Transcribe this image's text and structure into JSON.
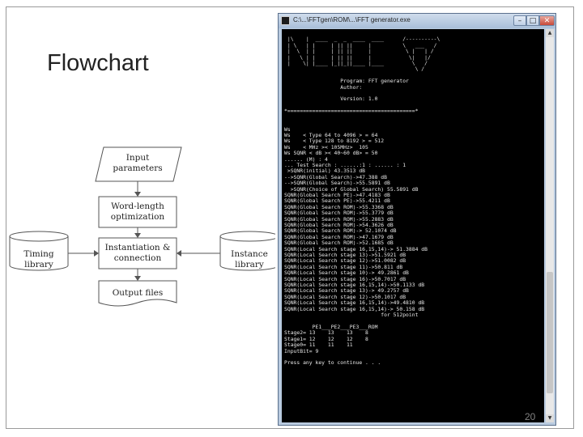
{
  "slide": {
    "title": "Flowchart",
    "page_number": "20"
  },
  "flowchart": {
    "input": [
      "Input",
      "parameters"
    ],
    "optimization": [
      "Word-length",
      "optimization"
    ],
    "instantiation": [
      "Instantiation &",
      "connection"
    ],
    "output": "Output files",
    "timing_library": [
      "Timing",
      "library"
    ],
    "instance_library": [
      "Instance",
      "library"
    ]
  },
  "window": {
    "title": "C:\\...\\FFTgen\\ROM\\...\\FFT generator.exe",
    "min_label": "–",
    "max_label": "□",
    "close_label": "✕"
  },
  "console": {
    "lines": [
      "",
      " |\\    |  ____  _  _  ____  ____      /----------\\",
      " | \\   | |     | || ||     |          \\   ___   /",
      " |  \\  | |     | || ||     |           \\ |   | /",
      " |   \\ | |     | || ||     |            \\|   |/",
      " |    \\| |____ |_||_||____ |____         \\   /",
      "                                          \\ /",
      "",
      "                  Program: FFT generator",
      "                  Author:",
      "",
      "                  Version: 1.0",
      "",
      "*=========================================*",
      "",
      "",
      "Ws",
      "Ws    < Type 64 to 4096 > = 64",
      "Ws    < Type 128 to 8192 > = 512",
      "Ws    < MHz >< 105MHz>  105",
      "Ws SQNR < dB >< 40~60 dB> = 50",
      "...... (M) : 4",
      "... Test Search : ......:1 : ...... : 1",
      " >SQNR(initial) 43.3513 dB",
      "-->SQNR(Global Search)->47.388 dB",
      "-->SQNR(Global Search)->55.5891 dB",
      "  >SQNR(Choice of Global Search) 55.5891 dB",
      "SQNR(Global Search PE)->47.4183 dB",
      "SQNR(Global Search PE)->55.4211 dB",
      "SQNR(Global Search ROM)->55.3368 dB",
      "SQNR(Global Search ROM)->55.3779 dB",
      "SQNR(Global Search ROM)->55.2883 dB",
      "SQNR(Global Search ROM)->54.3626 dB",
      "SQNR(Global Search ROM)-> 52.1074 dB",
      "SQNR(Global Search ROM)->47.1679 dB",
      "SQNR(Global Search ROM)->52.1685 dB",
      "SQNR(Local Search stage 16,15,14)-> 51.3884 dB",
      "SQNR(Local Search stage 13)->51.5921 dB",
      "SQNR(Local Search stage 12)->51.0082 dB",
      "SQNR(Local Search stage 11)->50.811 dB",
      "SQNR(Local Search stage 10)-> 49.2861 dB",
      "SQNR(Local Search stage 16)->50.7017 dB",
      "SQNR(Local Search stage 16,15,14)->50.1133 dB",
      "SQNR(Local Search stage 13)-> 49.2757 dB",
      "SQNR(Local Search stage 12)->50.1017 dB",
      "SQNR(Local Search stage 16,15,14)->49.4810 dB",
      "SQNR(Local Search stage 16,15,14)-> 50.158 dB",
      "                               for 512point",
      "",
      "         PE1___PE2___PE3___ROM",
      "Stage2= 13    13    13    8",
      "Stage1= 12    12    12    8",
      "Stage0= 11    11    11",
      "InputBit= 9",
      "",
      "Press any key to continue . . ."
    ]
  }
}
